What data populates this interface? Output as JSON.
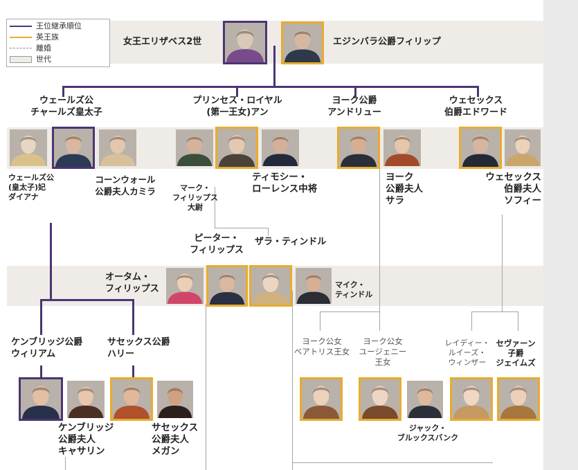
{
  "legend": {
    "succession": "王位継承順位",
    "royal": "英王族",
    "divorce": "離婚",
    "generation": "世代"
  },
  "colors": {
    "succession": "#4b3573",
    "royal": "#e8ac2e",
    "band": "#efebe7",
    "connector": "#a3a3a3"
  },
  "people": {
    "elizabeth": "女王エリザベス2世",
    "philip": "エジンバラ公爵フィリップ",
    "charles": [
      "ウェールズ公",
      "チャールズ皇太子"
    ],
    "diana": [
      "ウェールズ公",
      "(皇太子)妃",
      "ダイアナ"
    ],
    "camilla": [
      "コーンウォール",
      "公爵夫人カミラ"
    ],
    "anne": [
      "プリンセス・ロイヤル",
      "(第一王女)アン"
    ],
    "mark": [
      "マーク・",
      "フィリップス",
      "大尉"
    ],
    "timothy": [
      "ティモシー・",
      "ローレンス中将"
    ],
    "andrew": [
      "ヨーク公爵",
      "アンドリュー"
    ],
    "sarah": [
      "ヨーク",
      "公爵夫人",
      "サラ"
    ],
    "edward": [
      "ウェセックス",
      "伯爵エドワード"
    ],
    "sophie": [
      "ウェセックス",
      "伯爵夫人",
      "ソフィー"
    ],
    "peter": [
      "ピーター・",
      "フィリップス"
    ],
    "zara": "ザラ・ティンドル",
    "autumn": [
      "オータム・",
      "フィリップス"
    ],
    "mike": [
      "マイク・",
      "ティンドル"
    ],
    "william": [
      "ケンブリッジ公爵",
      "ウィリアム"
    ],
    "harry": [
      "サセックス公爵",
      "ハリー"
    ],
    "kate": [
      "ケンブリッジ",
      "公爵夫人",
      "キャサリン"
    ],
    "meghan": [
      "サセックス",
      "公爵夫人",
      "メガン"
    ],
    "beatrice": [
      "ヨーク公女",
      "ベアトリス王女"
    ],
    "eugenie": [
      "ヨーク公女",
      "ユージェニー",
      "王女"
    ],
    "jack": [
      "ジャック・",
      "ブルックスバンク"
    ],
    "louise": [
      "レイディー・",
      "ルイーズ・",
      "ウィンザー"
    ],
    "james": [
      "セヴァーン",
      "子爵",
      "ジェイムズ"
    ]
  },
  "icons": {
    "portrait": "person-silhouette-icon"
  }
}
